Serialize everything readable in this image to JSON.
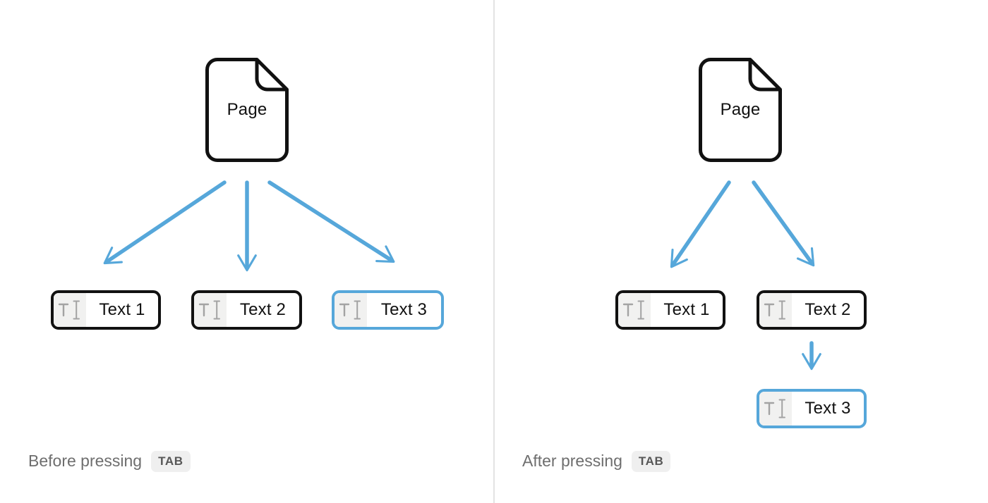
{
  "colors": {
    "accent_blue": "#56A7DA",
    "block_border": "#111111",
    "icon_section_bg": "#F1F1F0",
    "icon_glyph_gray": "#A3A3A3",
    "caption_gray": "#6E6E6E",
    "badge_bg": "#EFEFEF",
    "badge_text": "#575757",
    "divider_gray": "#E3E3E3"
  },
  "before": {
    "page_label": "Page",
    "blocks": [
      {
        "label": "Text 1",
        "selected": false
      },
      {
        "label": "Text 2",
        "selected": false
      },
      {
        "label": "Text 3",
        "selected": true
      }
    ],
    "caption": "Before pressing",
    "key": "TAB"
  },
  "after": {
    "page_label": "Page",
    "blocks": [
      {
        "label": "Text 1",
        "selected": false
      },
      {
        "label": "Text 2",
        "selected": false
      },
      {
        "label": "Text 3",
        "selected": true
      }
    ],
    "caption": "After pressing",
    "key": "TAB"
  }
}
